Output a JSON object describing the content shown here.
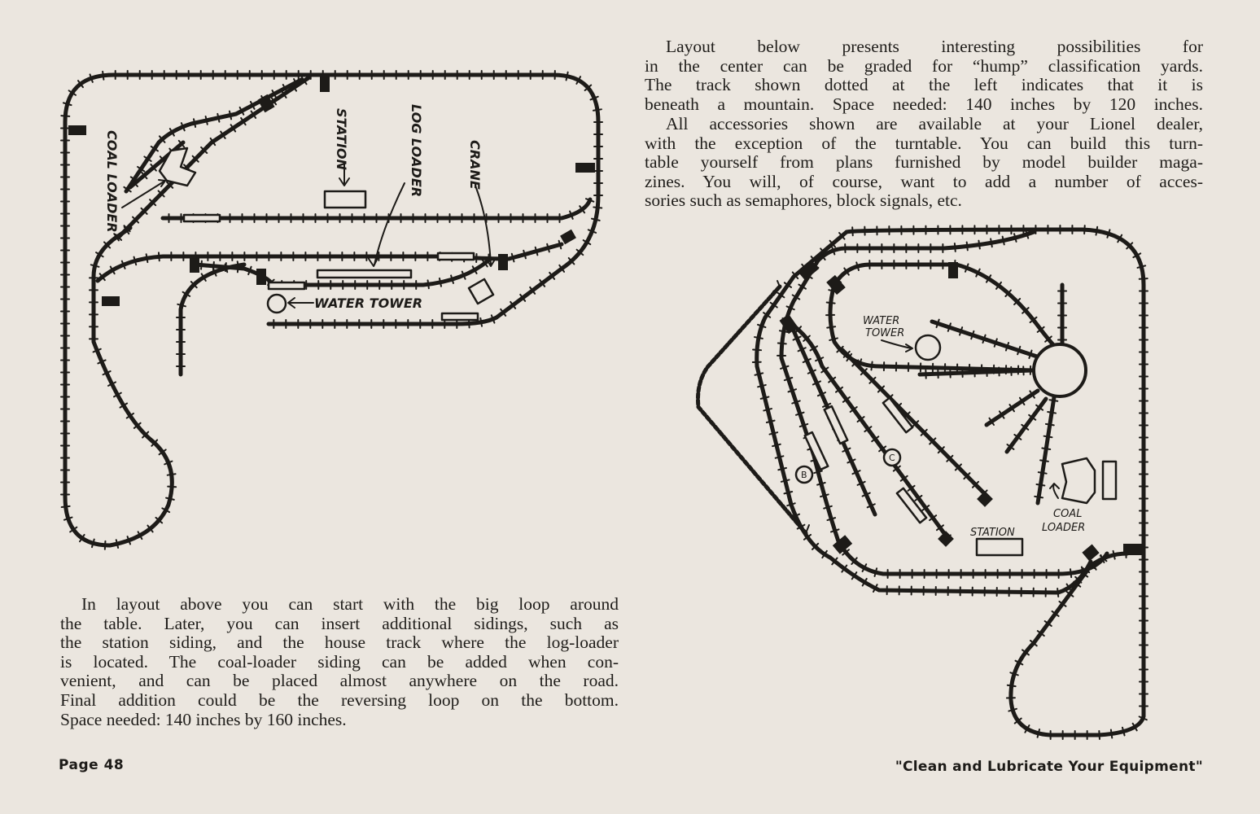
{
  "top_text": {
    "lines": [
      "Layout below presents interesting possibilities for",
      "in the center can be graded for “hump” classification yards.",
      "The track shown dotted at the left indicates that it is",
      "beneath a mountain. Space needed: 140 inches by 120 inches."
    ]
  },
  "second_text": {
    "lines": [
      "All accessories shown are available at your Lionel dealer,",
      "with the exception of the turntable. You can build this turn-",
      "table yourself from plans furnished by model builder maga-",
      "zines. You will, of course, want to add a number of acces-",
      "sories such as semaphores, block signals, etc."
    ]
  },
  "bottom_text": {
    "lines": [
      "In layout above you can start with the big loop around",
      "the table. Later, you can insert additional sidings, such as",
      "the station siding, and the house track where the log-loader",
      "is located. The coal-loader siding can be added when con-",
      "venient, and can be placed almost anywhere on the road.",
      "Final addition could be the reversing loop on the bottom.",
      "Space needed: 140 inches by 160 inches."
    ]
  },
  "footer": {
    "page_number": "Page 48",
    "slogan": "\"Clean and Lubricate Your Equipment\""
  },
  "layout_1": {
    "labels": {
      "coal_loader": "COAL LOADER",
      "station": "STATION",
      "log_loader": "LOG LOADER",
      "crane": "CRANE",
      "water_tower": "WATER TOWER"
    }
  },
  "layout_2": {
    "labels": {
      "water": "WATER",
      "tower": "TOWER",
      "coal": "COAL",
      "loader": "LOADER",
      "station": "STATION",
      "marker_b": "B",
      "marker_c": "C"
    }
  },
  "colors": {
    "paper": "#ebe6df",
    "ink": "#1d1b18"
  }
}
